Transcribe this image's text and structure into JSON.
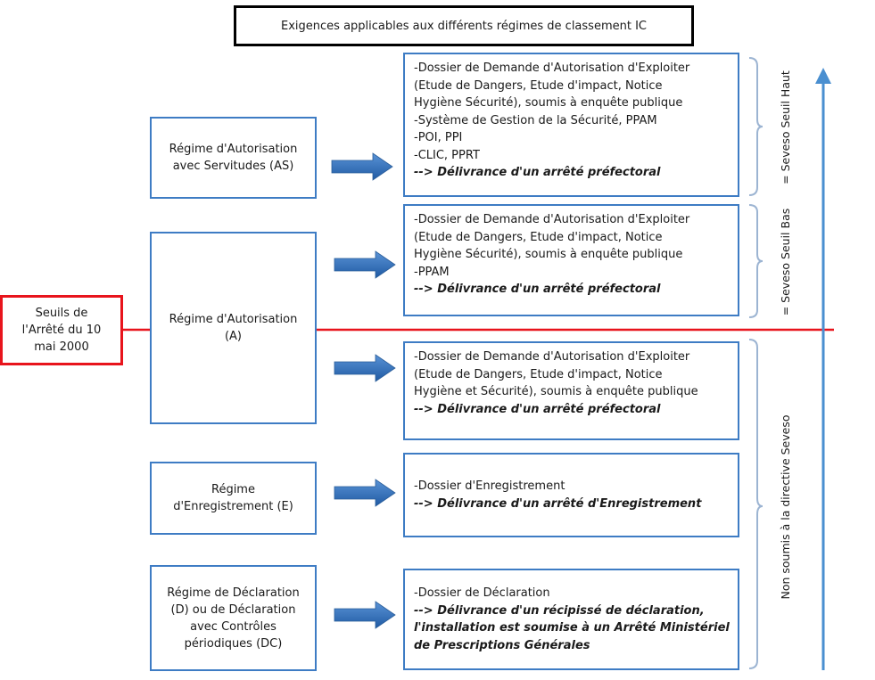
{
  "title": "Exigences applicables aux différents régimes de classement IC",
  "threshold": {
    "label": "Seuils de\nl'Arrêté du 10\nmai 2000",
    "color": "#e8141c"
  },
  "regimes": [
    {
      "label": "Régime d'Autorisation\navec Servitudes (AS)"
    },
    {
      "label": "Régime d'Autorisation\n(A)"
    },
    {
      "label": "Régime\nd'Enregistrement (E)"
    },
    {
      "label": "Régime de Déclaration\n(D) ou de Déclaration\navec Contrôles\npériodiques (DC)"
    }
  ],
  "requirements": [
    {
      "lines": [
        {
          "text": "-Dossier de Demande d'Autorisation d'Exploiter",
          "emphasis": false
        },
        {
          "text": "(Etude de Dangers, Etude d'impact, Notice",
          "emphasis": false
        },
        {
          "text": "Hygiène Sécurité), soumis à enquête publique",
          "emphasis": false
        },
        {
          "text": "-Système de Gestion de la Sécurité, PPAM",
          "emphasis": false
        },
        {
          "text": "-POI, PPI",
          "emphasis": false
        },
        {
          "text": "-CLIC, PPRT",
          "emphasis": false
        },
        {
          "text": "--> Délivrance d'un arrêté préfectoral",
          "emphasis": true
        }
      ]
    },
    {
      "lines": [
        {
          "text": "-Dossier de Demande d'Autorisation d'Exploiter",
          "emphasis": false
        },
        {
          "text": "(Etude de Dangers, Etude d'impact, Notice",
          "emphasis": false
        },
        {
          "text": "Hygiène Sécurité), soumis à enquête publique",
          "emphasis": false
        },
        {
          "text": "-PPAM",
          "emphasis": false
        },
        {
          "text": "--> Délivrance d'un arrêté préfectoral",
          "emphasis": true
        }
      ]
    },
    {
      "lines": [
        {
          "text": "-Dossier de Demande d'Autorisation d'Exploiter",
          "emphasis": false
        },
        {
          "text": "(Etude de Dangers, Etude d'impact, Notice",
          "emphasis": false
        },
        {
          "text": "Hygiène et Sécurité), soumis à enquête publique",
          "emphasis": false
        },
        {
          "text": "--> Délivrance d'un arrêté préfectoral",
          "emphasis": true
        }
      ]
    },
    {
      "lines": [
        {
          "text": "-Dossier d'Enregistrement",
          "emphasis": false
        },
        {
          "text": "--> Délivrance d'un arrêté d'Enregistrement",
          "emphasis": true
        }
      ]
    },
    {
      "lines": [
        {
          "text": "-Dossier de Déclaration",
          "emphasis": false
        },
        {
          "text": "--> Délivrance d'un récipissé de déclaration,",
          "emphasis": true
        },
        {
          "text": "l'installation est soumise à un Arrêté Ministériel",
          "emphasis": true
        },
        {
          "text": "de Prescriptions Générales",
          "emphasis": true
        }
      ]
    }
  ],
  "brackets": [
    {
      "label": "= Seveso Seuil Haut"
    },
    {
      "label": "= Seveso Seuil Bas"
    },
    {
      "label": "Non soumis à la directive Seveso"
    }
  ],
  "colors": {
    "box_border": "#3e7cc4",
    "arrow_fill": "#2f6db5",
    "axis": "#4a8fd0",
    "bracket": "#9cb4d2"
  }
}
